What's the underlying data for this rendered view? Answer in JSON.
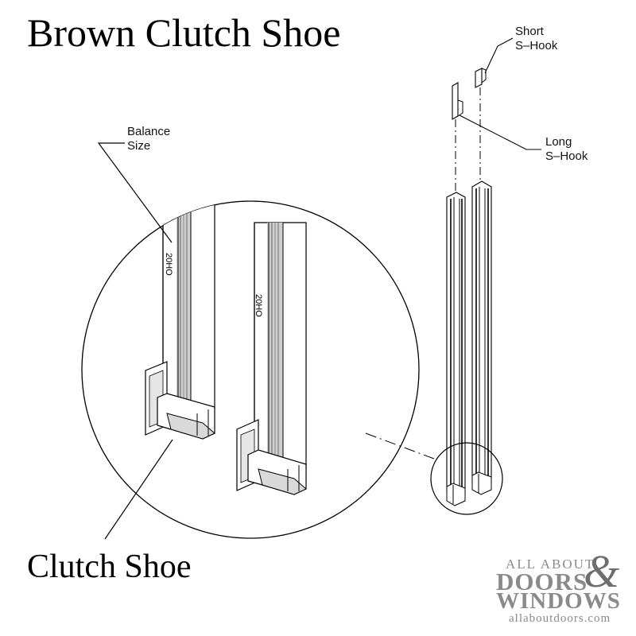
{
  "title": "Brown Clutch Shoe",
  "bottom_label": "Clutch Shoe",
  "callouts": {
    "balance_size": [
      "Balance",
      "Size"
    ],
    "short_s_hook": [
      "Short",
      "S–Hook"
    ],
    "long_s_hook": [
      "Long",
      "S–Hook"
    ]
  },
  "part_markings": [
    "20HO",
    "20HO"
  ],
  "logo": {
    "line1": "ALL ABOUT",
    "line2": "DOORS",
    "ampersand": "&",
    "line3": "WINDOWS",
    "url": "allaboutdoors.com"
  },
  "colors": {
    "line": "#000000",
    "logo_gray": "#8a8a8a",
    "logo_dark": "#6e6e6e"
  }
}
